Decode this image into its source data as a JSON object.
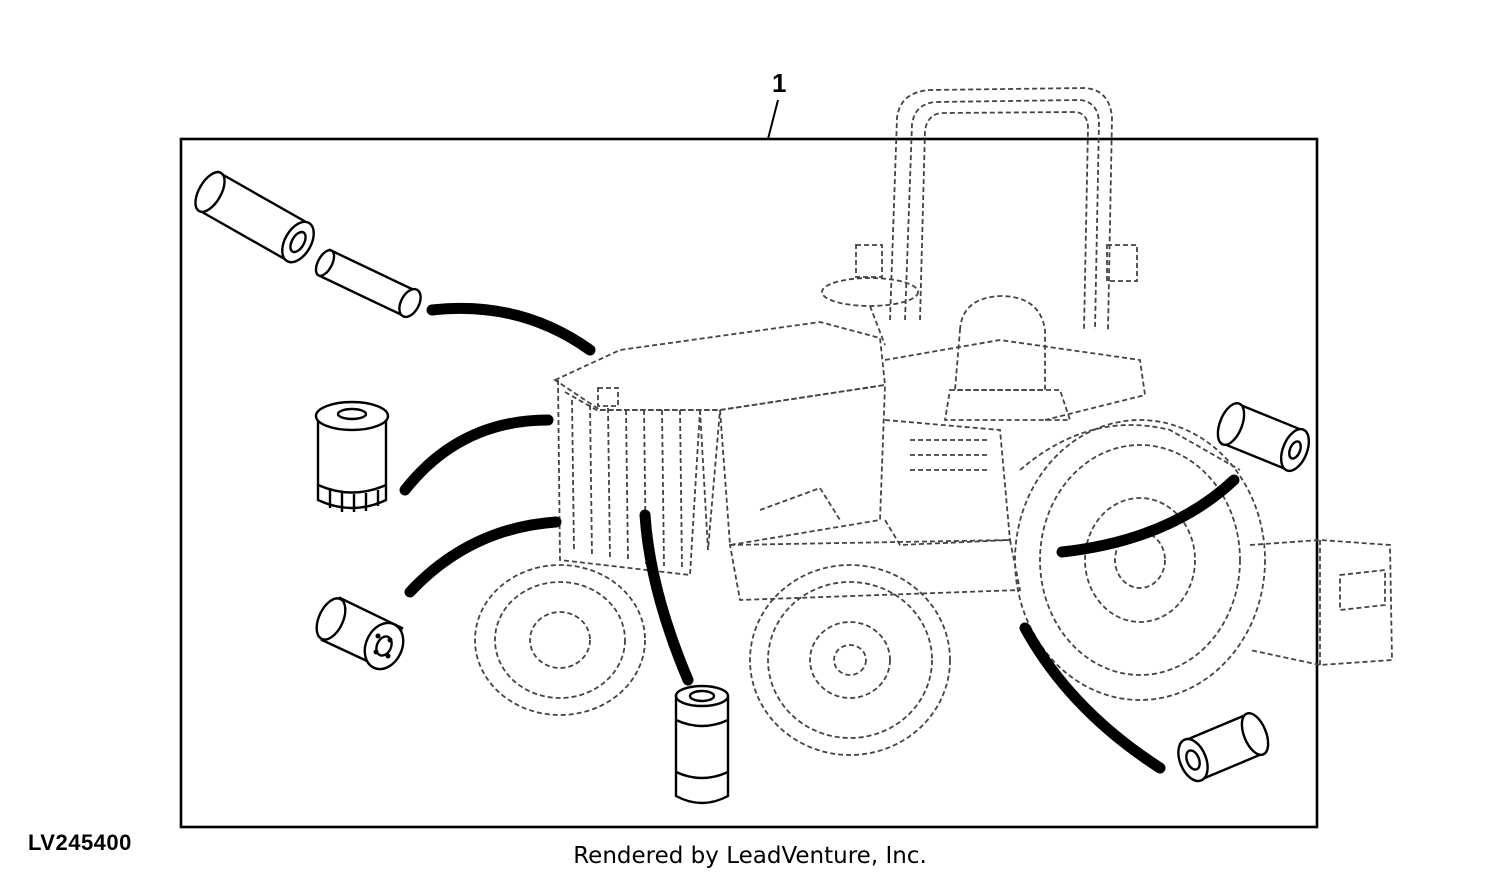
{
  "callout": {
    "number": "1"
  },
  "figure_id": "LV245400",
  "footer": {
    "credit": "Rendered by LeadVenture, Inc."
  },
  "colors": {
    "line": "#000000",
    "phantom": "#444444",
    "background": "#ffffff"
  },
  "parts": [
    {
      "name": "air-filter-element-outer",
      "kind": "cylinder"
    },
    {
      "name": "air-filter-element-inner",
      "kind": "cylinder"
    },
    {
      "name": "engine-oil-filter",
      "kind": "spin-on-filter"
    },
    {
      "name": "hydraulic-oil-filter",
      "kind": "spin-on-filter"
    },
    {
      "name": "fuel-filter-bottom",
      "kind": "cylinder"
    },
    {
      "name": "fuel-filter-right-upper",
      "kind": "cylinder"
    },
    {
      "name": "fuel-filter-right-lower",
      "kind": "cylinder"
    }
  ]
}
